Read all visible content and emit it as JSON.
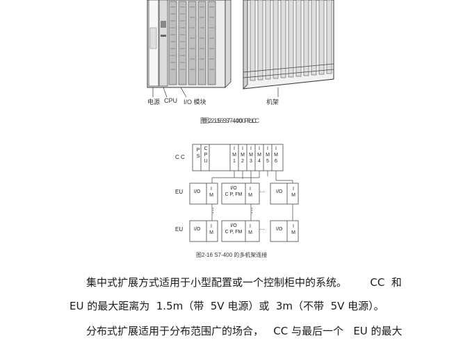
{
  "figure1": {
    "labels": {
      "power": "电源",
      "cpu": "CPU",
      "io": "I/O 模块",
      "rack": "机架"
    },
    "caption_a": "图 2-15  S7-400 PLC",
    "caption_b": "图 2-15  S7-400 PLC"
  },
  "figure2": {
    "row_cc": "C C",
    "row_eu1": "EU",
    "row_eu2": "EU",
    "ps": "P\nS",
    "cpu": "C\nP\nU",
    "im_slots": [
      "I\nM\n1",
      "I\nM\n2",
      "I\nM\n3",
      "I\nM\n4",
      "I\nM\n5",
      "I\nM\n6"
    ],
    "eu_io": "I/O",
    "eu_im": "I\nM",
    "eu_io_cp_fm": "I/O\nC P, FM",
    "dots": "…",
    "vdots": "⋮",
    "caption": "图2-16  S7-400  的多机架连接"
  },
  "paragraphs": [
    "集中式扩展方式适用于小型配置或一个控制柜中的系统。       CC  和",
    "EU 的最大距离为  1.5m（带  5V 电源）或  3m（不带  5V 电源）。",
    "分布式扩展适用于分布范围广的场合，   CC 与最后一个   EU 的最大"
  ]
}
